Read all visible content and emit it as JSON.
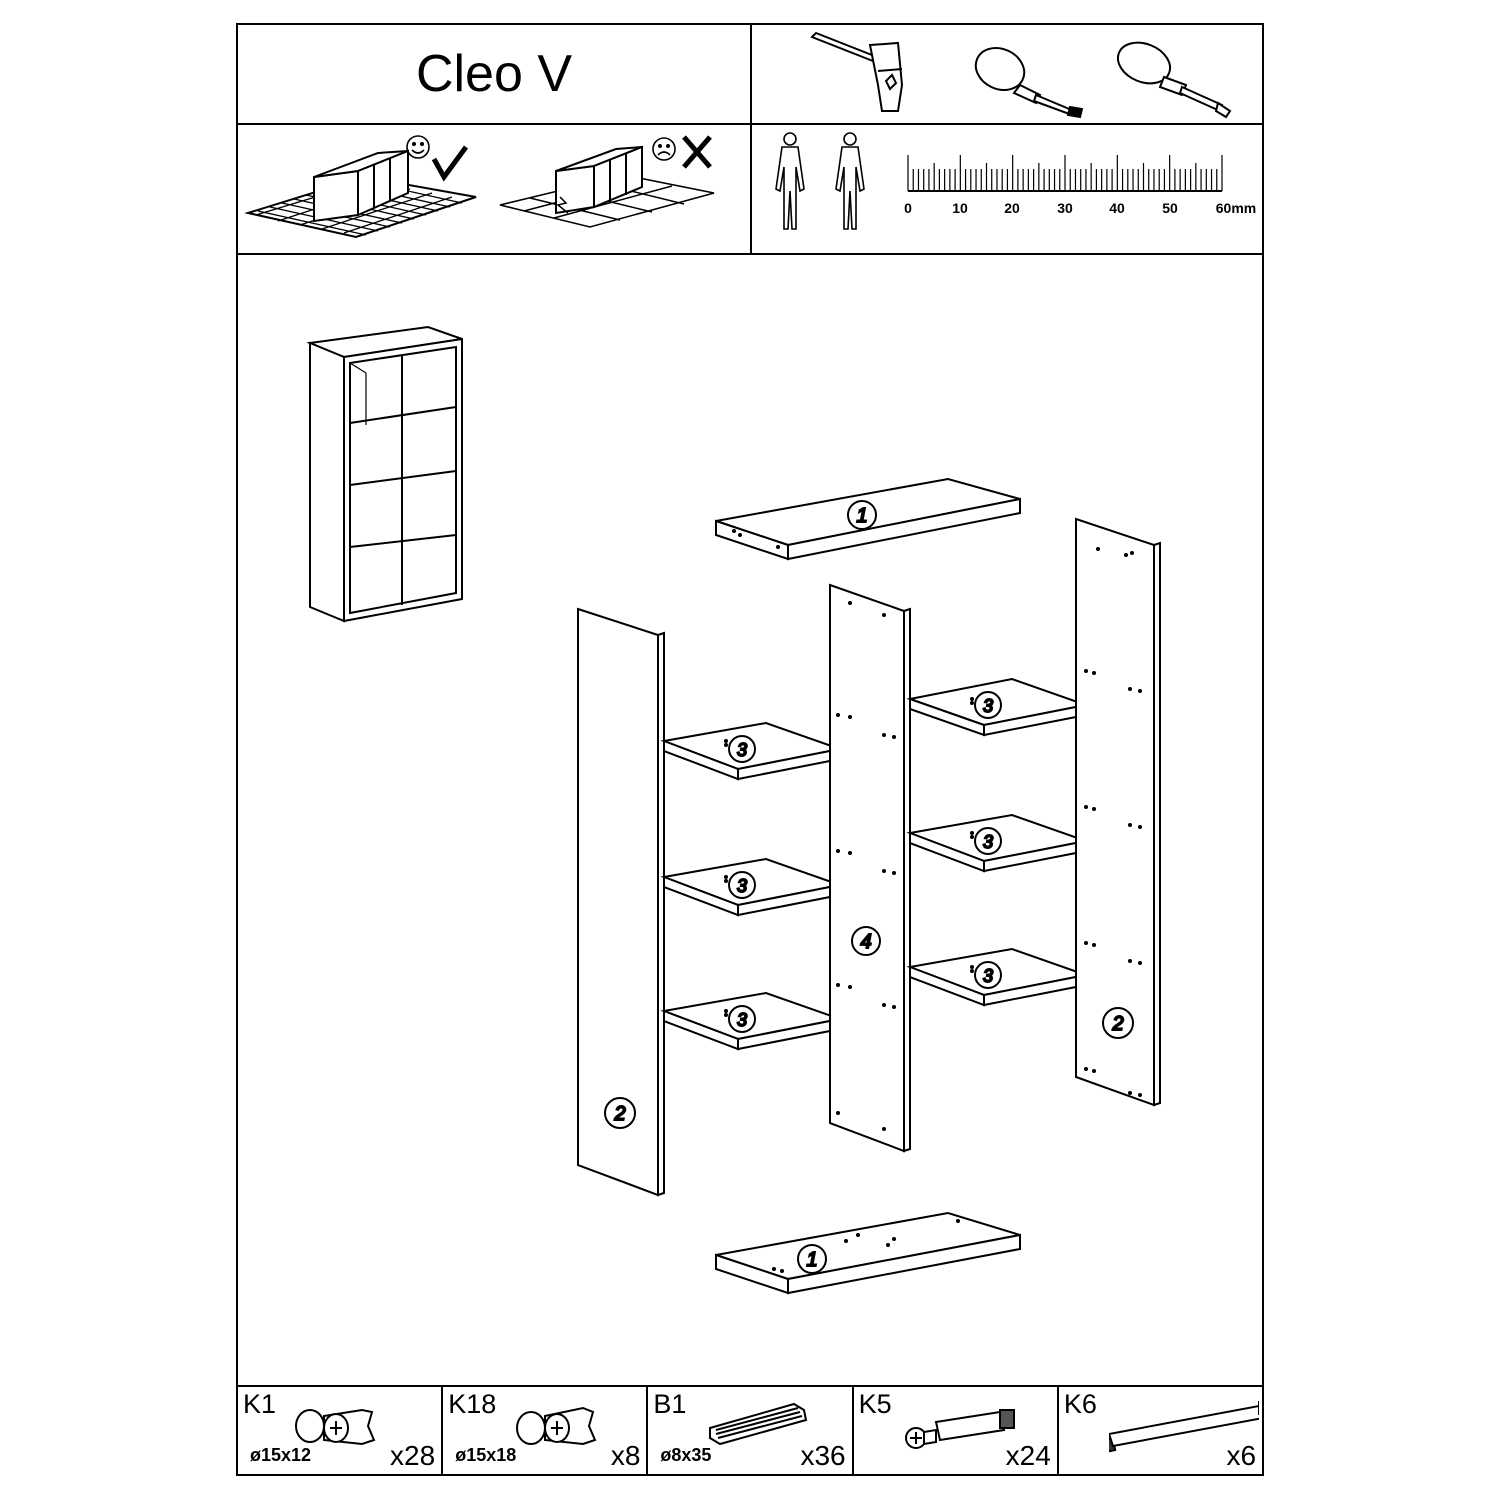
{
  "header": {
    "title": "Cleo V"
  },
  "tools": [
    "hammer-icon",
    "flat-screwdriver-icon",
    "phillips-screwdriver-icon"
  ],
  "floor_guidance": {
    "good": "assemble-on-carpet",
    "bad": "assemble-on-hard-floor"
  },
  "persons": {
    "count": 2
  },
  "ruler": {
    "labels": [
      "0",
      "10",
      "20",
      "30",
      "40",
      "50",
      "60mm"
    ]
  },
  "panels": {
    "top": "1",
    "bottom": "1",
    "side_left": "2",
    "side_right": "2",
    "middle": "4",
    "shelf_labels": [
      "3",
      "3",
      "3",
      "3",
      "3",
      "3"
    ]
  },
  "parts": [
    {
      "code": "K1",
      "dim": "ø15x12",
      "qty": "x28",
      "icon": "cam-lock-icon"
    },
    {
      "code": "K18",
      "dim": "ø15x18",
      "qty": "x8",
      "icon": "cam-lock-icon"
    },
    {
      "code": "B1",
      "dim": "ø8x35",
      "qty": "x36",
      "icon": "wooden-dowel-icon"
    },
    {
      "code": "K5",
      "dim": "",
      "qty": "x24",
      "icon": "cam-bolt-icon"
    },
    {
      "code": "K6",
      "dim": "",
      "qty": "x6",
      "icon": "double-cam-bolt-icon"
    }
  ]
}
